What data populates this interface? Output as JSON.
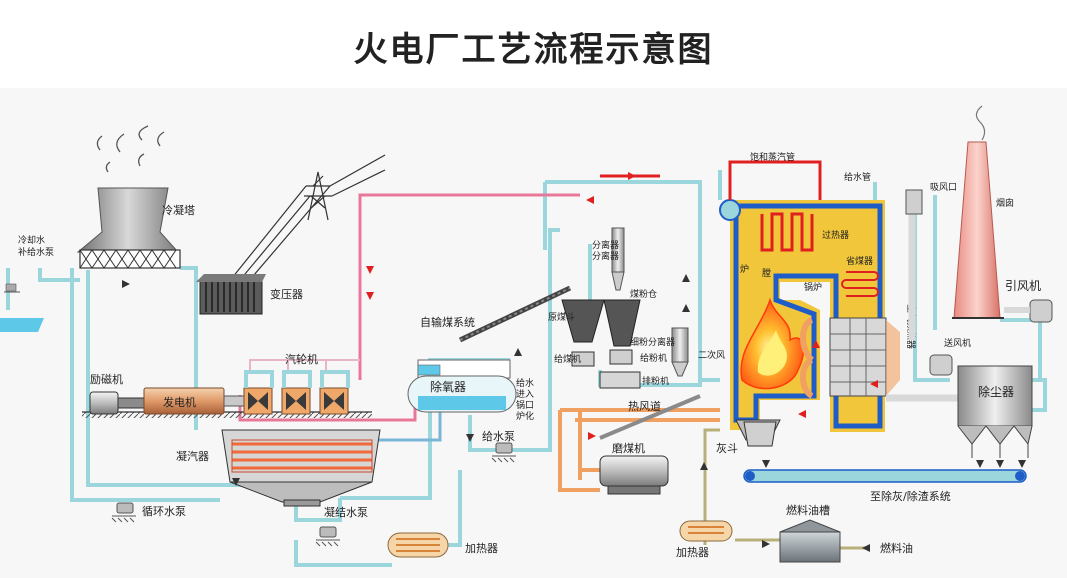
{
  "title": "火电厂工艺流程示意图",
  "labels": {
    "cooling_tower": "冷凝塔",
    "makeup_water": "冷却水",
    "makeup_water_2": "补给水泵",
    "transformer": "变压器",
    "exciter": "励磁机",
    "generator": "发电机",
    "turbine": "汽轮机",
    "condenser": "凝汽器",
    "circulating_pump": "循环水泵",
    "condensate_pump": "凝结水泵",
    "heater_low": "加热器",
    "deaerator": "除氧器",
    "feed_pump": "给水泵",
    "feedwater_note_1": "给水",
    "feedwater_note_2": "进入",
    "feedwater_note_3": "锅口",
    "feedwater_note_4": "炉化",
    "coal_conveyor": "自输煤系统",
    "raw_coal_bunker": "原煤斗",
    "coal_feeder": "给煤机",
    "separator_1": "分离器",
    "separator_2": "分离器",
    "separator_3": "细粉分离器",
    "pulverized_bin": "煤粉仓",
    "powder_feeder": "给粉机",
    "exhaust_fan": "排粉机",
    "secondary_air": "二次风",
    "hot_air_duct": "热风道",
    "coal_mill": "磨煤机",
    "ash_hopper": "灰斗",
    "saturated_steam_pipe": "饱和蒸汽管",
    "feed_pipe": "给水管",
    "superheater": "过热器",
    "economizer": "省煤器",
    "furnace_1": "炉",
    "furnace_2": "膛",
    "boiler": "锅炉",
    "air_preheater": "空气预热器",
    "air_inlet": "吸风口",
    "chimney": "烟囱",
    "induced_fan": "引风机",
    "forced_fan": "送风机",
    "dust_collector": "除尘器",
    "ash_system": "至除灰/除渣系统",
    "fuel_tank": "燃料油槽",
    "heater_oil": "加热器",
    "fuel_oil": "燃料油"
  },
  "colors": {
    "water_line": "#9ad6dc",
    "steam_line": "#e8789a",
    "hot_air_line": "#f0a060",
    "water_fill": "#5ec8e8",
    "boiler_fill": "#f2c63a",
    "boiler_border": "#1e5cc8",
    "flame": "#ff5a1a",
    "arrow_red": "#e02020",
    "equipment_gray": "#a0a0a0"
  }
}
